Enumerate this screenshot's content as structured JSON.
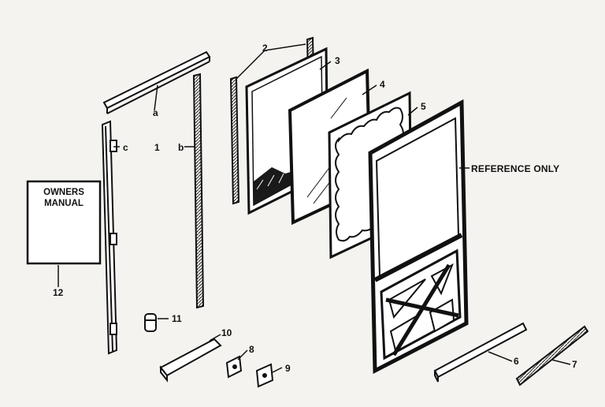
{
  "diagram": {
    "reference_note": "REFERENCE ONLY",
    "manual_title_line1": "OWNERS",
    "manual_title_line2": "MANUAL",
    "labels": {
      "p1": "1",
      "p2": "2",
      "p3": "3",
      "p4": "4",
      "p5": "5",
      "p6": "6",
      "p7": "7",
      "p8": "8",
      "p9": "9",
      "p10": "10",
      "p11": "11",
      "p12": "12",
      "pa": "a",
      "pb": "b",
      "pc": "c"
    }
  }
}
